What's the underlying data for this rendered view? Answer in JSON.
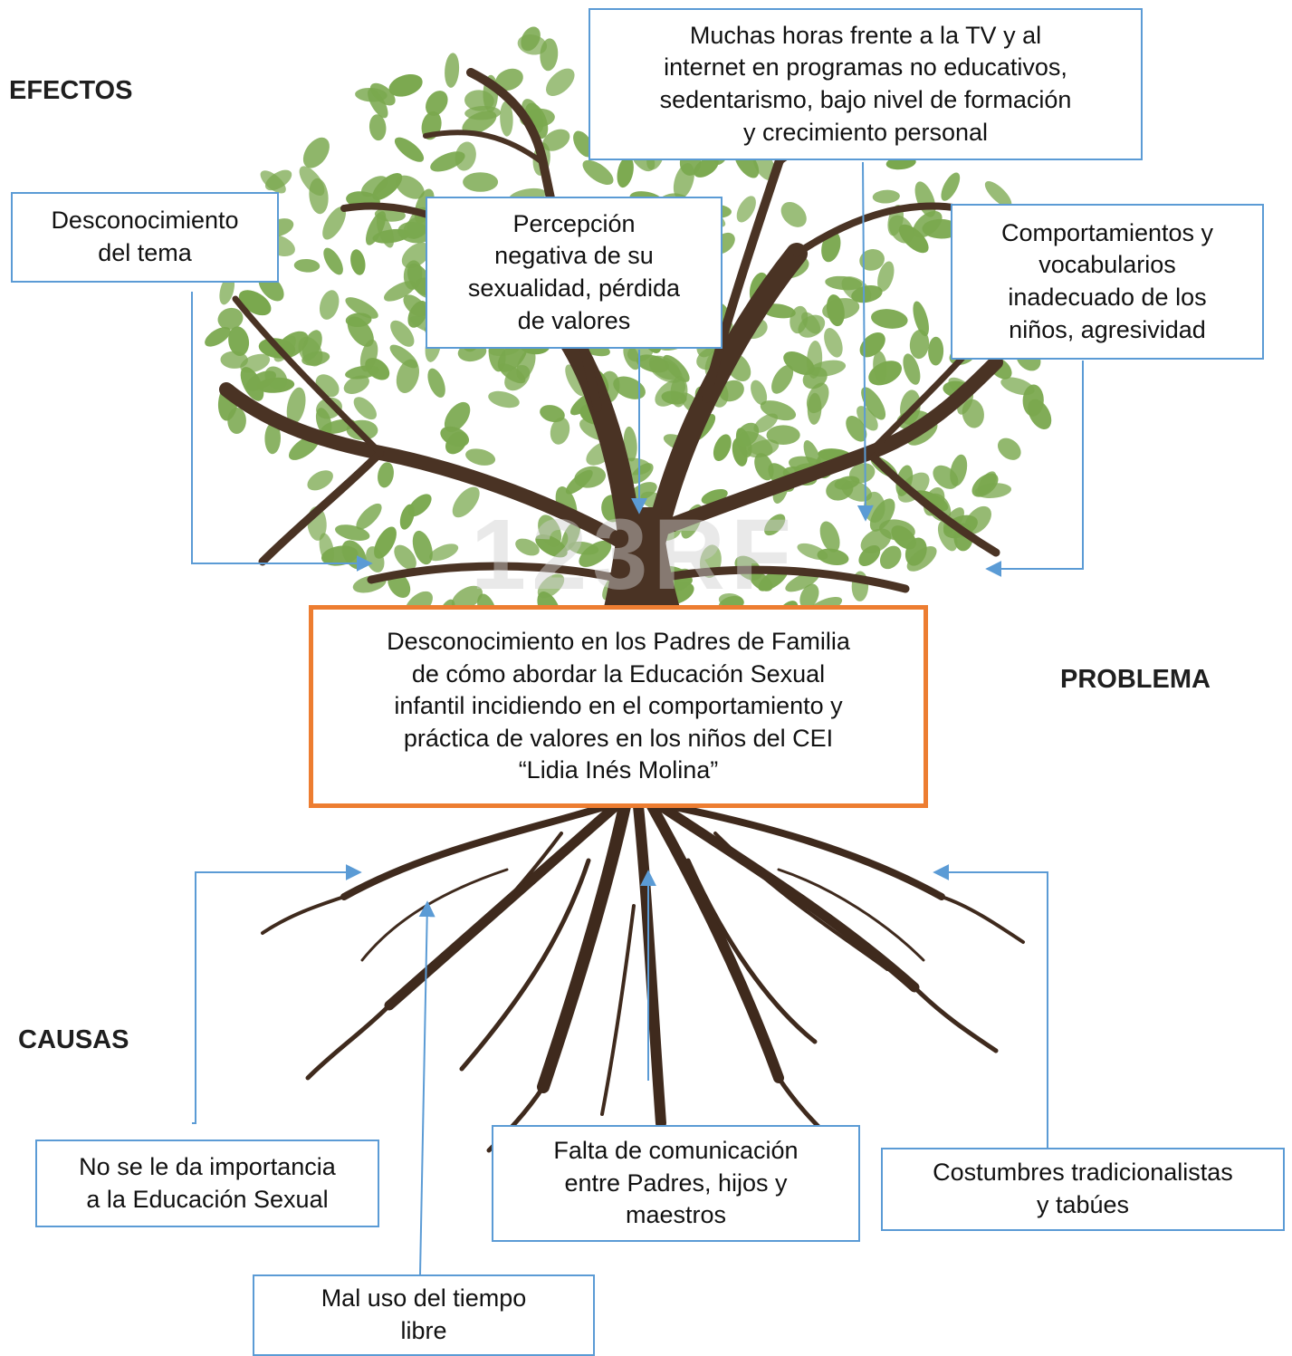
{
  "labels": {
    "efectos": "EFECTOS",
    "problema": "PROBLEMA",
    "causas": "CAUSAS"
  },
  "effects": {
    "tv_internet": "Muchas horas frente a la TV y al\ninternet en programas no educativos,\nsedentarismo,  bajo nivel de formación\ny crecimiento personal",
    "desconocimiento_tema": "Desconocimiento\ndel tema",
    "percepcion_negativa": "Percepción\nnegativa  de su\nsexualidad, pérdida\nde valores",
    "comportamientos": "Comportamientos y\nvocabularios\ninadecuado de los\nniños, agresividad"
  },
  "problem": "Desconocimiento en los Padres de Familia\nde cómo abordar la Educación Sexual\ninfantil incidiendo en el comportamiento y\npráctica de valores en los niños del CEI\n“Lidia Inés Molina”",
  "causes": {
    "no_importancia": "No se le da importancia\na la Educación Sexual",
    "falta_comunicacion": "Falta de comunicación\nentre Padres, hijos y\nmaestros",
    "costumbres": "Costumbres tradicionalistas\ny  tabúes",
    "mal_uso_tiempo": "Mal uso del tiempo\nlibre"
  },
  "colors": {
    "connector": "#5b9bd5",
    "problem_border": "#ed7d31",
    "trunk": "#4a3324",
    "leaf": "#7aa84e"
  }
}
